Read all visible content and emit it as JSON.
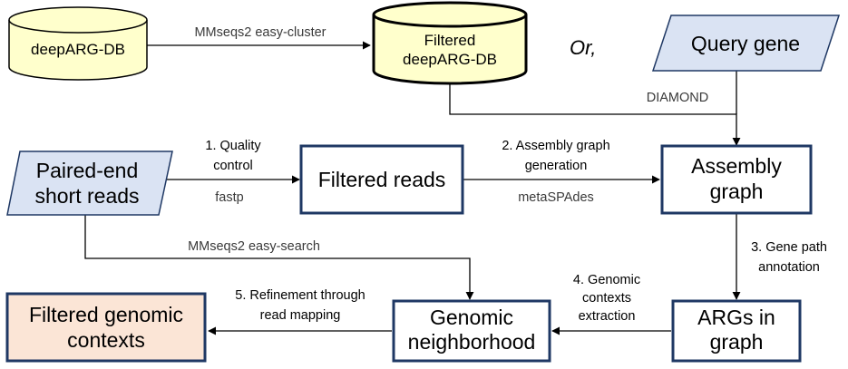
{
  "colors": {
    "cylinder_fill": "#ffffcc",
    "input_fill": "#dae3f3",
    "output_fill": "#fbe5d6",
    "box_stroke": "#1f3864",
    "box_fill": "#ffffff"
  },
  "nodes": {
    "deeparg_db": [
      "deepARG-DB"
    ],
    "filtered_db": [
      "Filtered",
      "deepARG-DB"
    ],
    "or": "Or,",
    "query_gene": [
      "Query gene"
    ],
    "paired_end": [
      "Paired-end",
      "short reads"
    ],
    "filtered_reads": [
      "Filtered reads"
    ],
    "assembly_graph": [
      "Assembly",
      "graph"
    ],
    "args_in_graph": [
      "ARGs in",
      "graph"
    ],
    "genomic_neighborhood": [
      "Genomic",
      "neighborhood"
    ],
    "filtered_contexts": [
      "Filtered genomic",
      "contexts"
    ]
  },
  "edges": {
    "mmseqs_cluster": [
      "MMseqs2 easy-cluster"
    ],
    "diamond": [
      "DIAMOND"
    ],
    "quality_control": [
      "1. Quality",
      "control"
    ],
    "fastp": [
      "fastp"
    ],
    "assembly_generation": [
      "2. Assembly graph",
      "generation"
    ],
    "metaspades": [
      "metaSPAdes"
    ],
    "mmseqs_search": [
      "MMseqs2 easy-search"
    ],
    "gene_path": [
      "3. Gene path",
      "annotation"
    ],
    "genomic_extraction": [
      "4. Genomic",
      "contexts",
      "extraction"
    ],
    "refinement": [
      "5. Refinement through",
      "read mapping"
    ]
  }
}
